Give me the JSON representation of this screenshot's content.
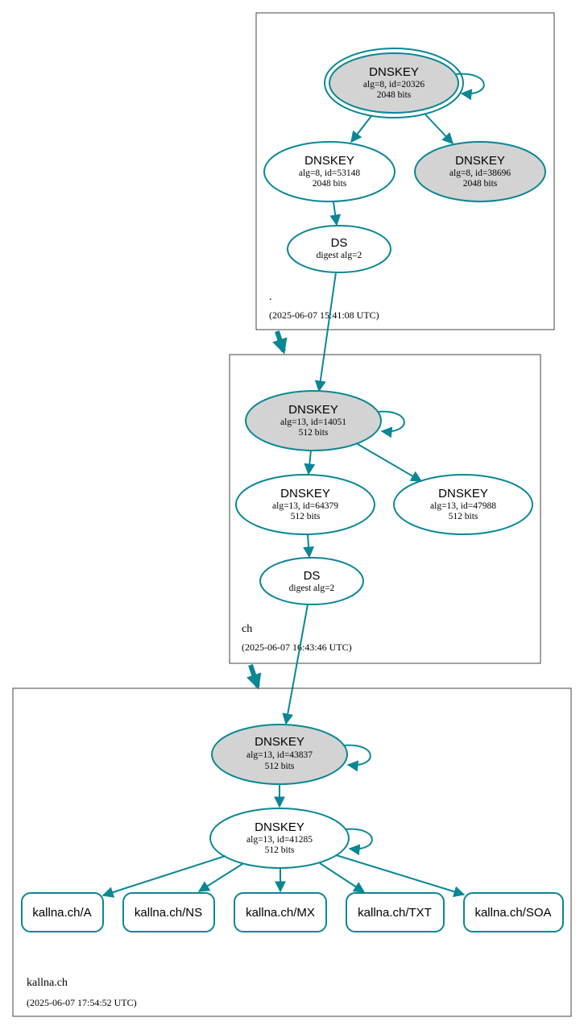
{
  "zones": [
    {
      "name": ".",
      "timestamp": "(2025-06-07 15:41:08 UTC)",
      "nodes": [
        {
          "title": "DNSKEY",
          "line1": "alg=8, id=20326",
          "line2": "2048 bits"
        },
        {
          "title": "DNSKEY",
          "line1": "alg=8, id=53148",
          "line2": "2048 bits"
        },
        {
          "title": "DNSKEY",
          "line1": "alg=8, id=38696",
          "line2": "2048 bits"
        },
        {
          "title": "DS",
          "line1": "digest alg=2"
        }
      ]
    },
    {
      "name": "ch",
      "timestamp": "(2025-06-07 16:43:46 UTC)",
      "nodes": [
        {
          "title": "DNSKEY",
          "line1": "alg=13, id=14051",
          "line2": "512 bits"
        },
        {
          "title": "DNSKEY",
          "line1": "alg=13, id=64379",
          "line2": "512 bits"
        },
        {
          "title": "DNSKEY",
          "line1": "alg=13, id=47988",
          "line2": "512 bits"
        },
        {
          "title": "DS",
          "line1": "digest alg=2"
        }
      ]
    },
    {
      "name": "kallna.ch",
      "timestamp": "(2025-06-07 17:54:52 UTC)",
      "nodes": [
        {
          "title": "DNSKEY",
          "line1": "alg=13, id=43837",
          "line2": "512 bits"
        },
        {
          "title": "DNSKEY",
          "line1": "alg=13, id=41285",
          "line2": "512 bits"
        }
      ],
      "records": [
        "kallna.ch/A",
        "kallna.ch/NS",
        "kallna.ch/MX",
        "kallna.ch/TXT",
        "kallna.ch/SOA"
      ]
    }
  ],
  "colors": {
    "edge": "#0a8795",
    "ksk_fill": "#d3d3d3",
    "zone_border": "#444444"
  }
}
